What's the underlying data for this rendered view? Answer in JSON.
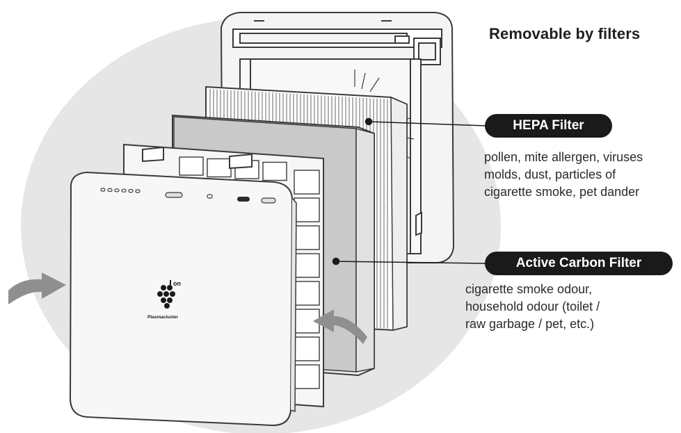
{
  "heading": "Removable by filters",
  "filters": [
    {
      "label": "HEPA Filter",
      "lines": [
        "pollen, mite allergen, viruses",
        "molds, dust, particles of",
        "cigarette smoke, pet dander"
      ]
    },
    {
      "label": "Active Carbon Filter",
      "lines": [
        "cigarette smoke odour,",
        "household odour (toilet /",
        "raw garbage / pet, etc.)"
      ]
    }
  ],
  "device_logo": {
    "ion": "on",
    "brand": "Plasmacluster"
  },
  "colors": {
    "background_ellipse": "#e6e6e6",
    "outline": "#3a3a3a",
    "panel_fill": "#f2f2f2",
    "carbon_fill": "#c9c9c9",
    "label_fill": "#1a1a1a",
    "arrow_fill": "#8f8f8f"
  }
}
